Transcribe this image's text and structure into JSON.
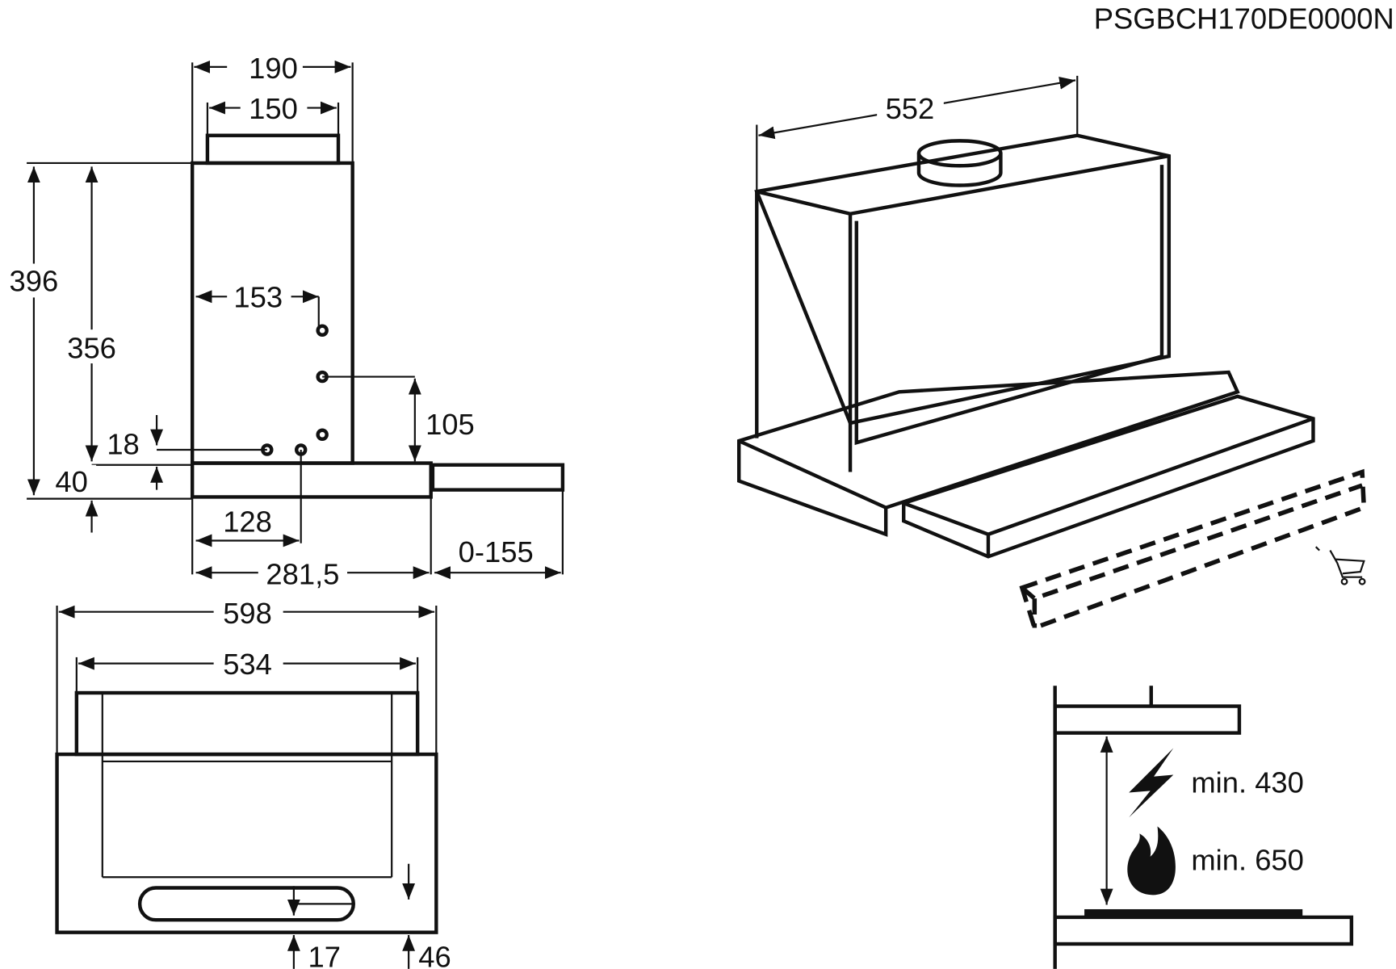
{
  "model_code": "PSGBCH170DE0000N",
  "side_view": {
    "width_top": "190",
    "width_collar": "150",
    "height_total": "396",
    "height_body": "356",
    "hole_offset": "153",
    "hole_height": "105",
    "hole_bottom": "18",
    "base_height": "40",
    "hole_front": "128",
    "depth": "281,5",
    "extension": "0-155"
  },
  "front_view": {
    "width_total": "598",
    "width_inner": "534",
    "offset_handle": "17",
    "offset_right": "46"
  },
  "iso_view": {
    "width": "552"
  },
  "clearance": {
    "electric_min": "min. 430",
    "gas_min": "min. 650"
  },
  "icons": [
    "shopping-cart-icon",
    "lightning-icon",
    "flame-icon"
  ]
}
